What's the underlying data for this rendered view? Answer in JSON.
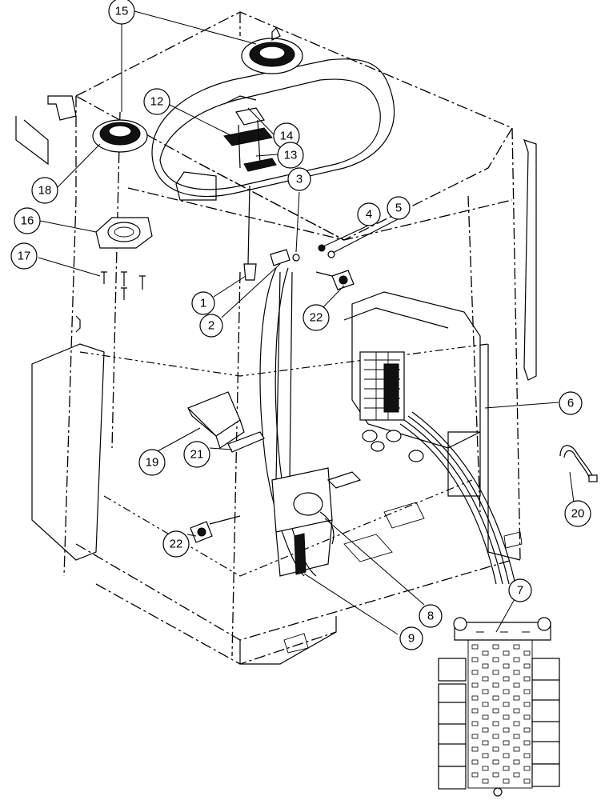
{
  "callouts": {
    "c1": "1",
    "c2": "2",
    "c3": "3",
    "c4": "4",
    "c5": "5",
    "c6": "6",
    "c7": "7",
    "c8": "8",
    "c9": "9",
    "c12": "12",
    "c13": "13",
    "c14": "14",
    "c15": "15",
    "c16": "16",
    "c17": "17",
    "c18": "18",
    "c19": "19",
    "c20": "20",
    "c21": "21",
    "c22a": "22",
    "c22b": "22"
  }
}
